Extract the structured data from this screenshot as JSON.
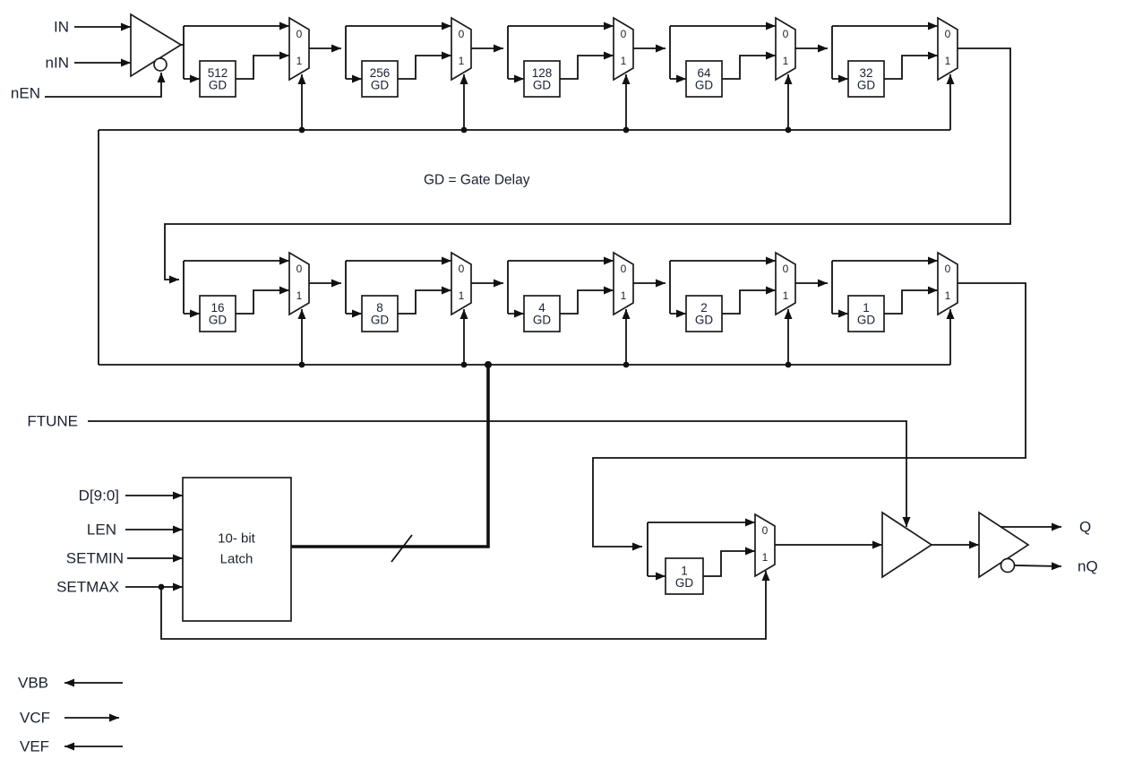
{
  "diagram": {
    "note": "GD =  Gate Delay",
    "inputs": {
      "in": "IN",
      "nin": "nIN",
      "nen": "nEN",
      "ftune": "FTUNE",
      "d": "D[9:0]",
      "len": "LEN",
      "setmin": "SETMIN",
      "setmax": "SETMAX"
    },
    "outputs": {
      "q": "Q",
      "nq": "nQ"
    },
    "power": {
      "vbb": "VBB",
      "vcf": "VCF",
      "vef": "VEF"
    },
    "latch": {
      "line1": "10- bit",
      "line2": "Latch"
    },
    "mux": {
      "zero": "0",
      "one": "1"
    },
    "stages": {
      "row1": [
        {
          "value": "512",
          "unit": "GD"
        },
        {
          "value": "256",
          "unit": "GD"
        },
        {
          "value": "128",
          "unit": "GD"
        },
        {
          "value": "64",
          "unit": "GD"
        },
        {
          "value": "32",
          "unit": "GD"
        }
      ],
      "row2": [
        {
          "value": "16",
          "unit": "GD"
        },
        {
          "value": "8",
          "unit": "GD"
        },
        {
          "value": "4",
          "unit": "GD"
        },
        {
          "value": "2",
          "unit": "GD"
        },
        {
          "value": "1",
          "unit": "GD"
        }
      ],
      "final": {
        "value": "1",
        "unit": "GD"
      }
    },
    "colors": {
      "wire": "#111111",
      "text": "#1a2130",
      "background": "#ffffff"
    }
  }
}
